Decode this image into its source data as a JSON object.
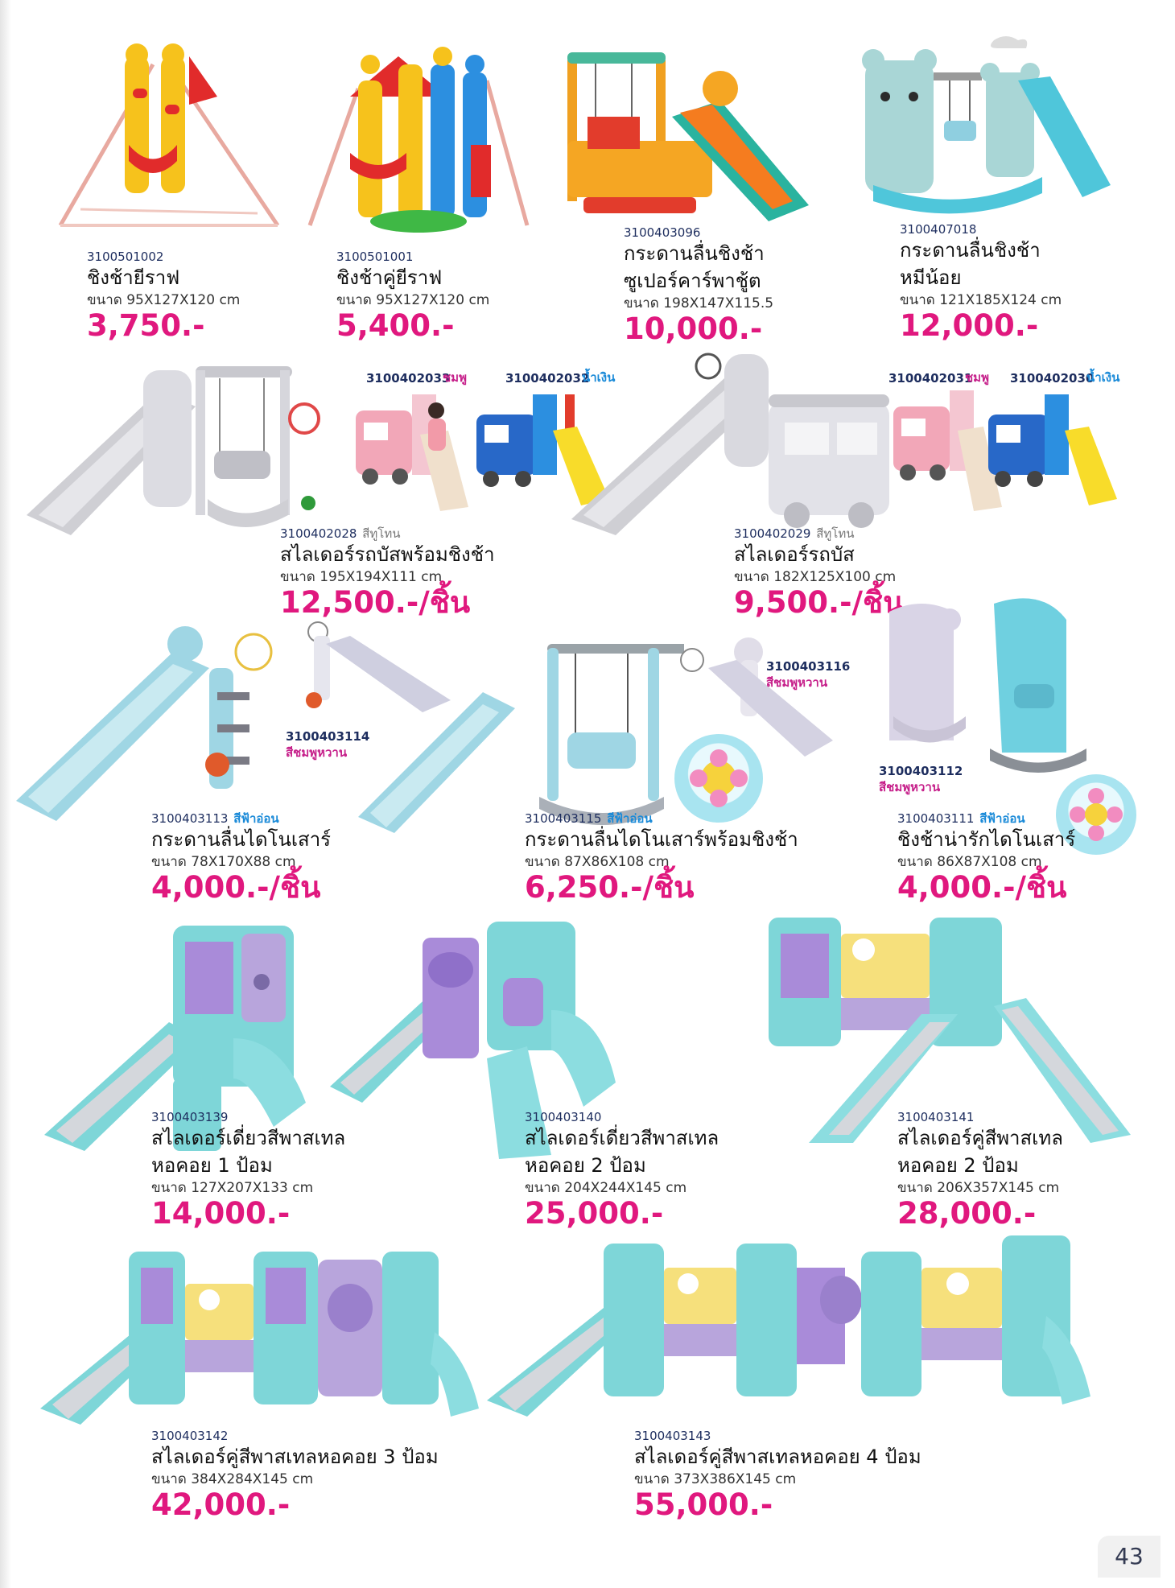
{
  "page_number": "43",
  "colors": {
    "price": "#e0187e",
    "code": "#1d2d5e",
    "pink_variant": "#c61f8a",
    "blue_variant": "#1a8ad8",
    "mint": "#7ed6d8",
    "lavender": "#a98bd9"
  },
  "products": [
    {
      "code": "3100501002",
      "name": [
        "ชิงช้ายีราฟ"
      ],
      "size": "ขนาด 95X127X120 cm",
      "price": "3,750.-"
    },
    {
      "code": "3100501001",
      "name": [
        "ชิงช้าคู่ยีราฟ"
      ],
      "size": "ขนาด 95X127X120 cm",
      "price": "5,400.-"
    },
    {
      "code": "3100403096",
      "name": [
        "กระดานลื่นชิงช้า",
        "ซูเปอร์คาร์พาชู้ต"
      ],
      "size": "ขนาด 198X147X115.5",
      "price": "10,000.-"
    },
    {
      "code": "3100407018",
      "name": [
        "กระดานลื่นชิงช้า",
        "หมีน้อย"
      ],
      "size": "ขนาด 121X185X124 cm",
      "price": "12,000.-"
    },
    {
      "code": "3100402028",
      "variant": "สีทูโทน",
      "name": [
        "สไลเดอร์รถบัสพร้อมชิงช้า"
      ],
      "size": "ขนาด 195X194X111 cm",
      "price": "12,500.-/ชิ้น"
    },
    {
      "code": "3100402029",
      "variant": "สีทูโทน",
      "name": [
        "สไลเดอร์รถบัส"
      ],
      "size": "ขนาด 182X125X100 cm",
      "price": "9,500.-/ชิ้น"
    },
    {
      "code": "3100403113",
      "variant": "สีฟ้าอ่อน",
      "name": [
        "กระดานลื่นไดโนเสาร์"
      ],
      "size": "ขนาด 78X170X88 cm",
      "price": "4,000.-/ชิ้น"
    },
    {
      "code": "3100403115",
      "variant": "สีฟ้าอ่อน",
      "name": [
        "กระดานลื่นไดโนเสาร์พร้อมชิงช้า"
      ],
      "size": "ขนาด 87X86X108 cm",
      "price": "6,250.-/ชิ้น"
    },
    {
      "code": "3100403111",
      "variant": "สีฟ้าอ่อน",
      "name": [
        "ชิงช้าน่ารักไดโนเสาร์"
      ],
      "size": "ขนาด 86X87X108 cm",
      "price": "4,000.-/ชิ้น"
    },
    {
      "code": "3100403139",
      "name": [
        "สไลเดอร์เดี่ยวสีพาสเทล",
        "หอคอย 1 ป้อม"
      ],
      "size": "ขนาด 127X207X133 cm",
      "price": "14,000.-"
    },
    {
      "code": "3100403140",
      "name": [
        "สไลเดอร์เดี่ยวสีพาสเทล",
        "หอคอย 2 ป้อม"
      ],
      "size": "ขนาด 204X244X145 cm",
      "price": "25,000.-"
    },
    {
      "code": "3100403141",
      "name": [
        "สไลเดอร์คู่สีพาสเทล",
        "หอคอย 2 ป้อม"
      ],
      "size": "ขนาด 206X357X145 cm",
      "price": "28,000.-"
    },
    {
      "code": "3100403142",
      "name": [
        "สไลเดอร์คู่สีพาสเทลหอคอย 3 ป้อม"
      ],
      "size": "ขนาด 384X284X145 cm",
      "price": "42,000.-"
    },
    {
      "code": "3100403143",
      "name": [
        "สไลเดอร์คู่สีพาสเทลหอคอย 4 ป้อม"
      ],
      "size": "ขนาด 373X386X145 cm",
      "price": "55,000.-"
    }
  ],
  "variant_tags": [
    {
      "code": "3100402033",
      "variant": "ชมพู",
      "color": "#c61f8a"
    },
    {
      "code": "3100402032",
      "variant": "น้ำเงิน",
      "color": "#1a8ad8"
    },
    {
      "code": "3100402031",
      "variant": "ชมพู",
      "color": "#c61f8a"
    },
    {
      "code": "3100402030",
      "variant": "น้ำเงิน",
      "color": "#1a8ad8"
    }
  ],
  "color_tags": [
    {
      "code": "3100403114",
      "variant": "สีชมพูหวาน"
    },
    {
      "code": "3100403116",
      "variant": "สีชมพูหวาน"
    },
    {
      "code": "3100403112",
      "variant": "สีชมพูหวาน"
    }
  ]
}
